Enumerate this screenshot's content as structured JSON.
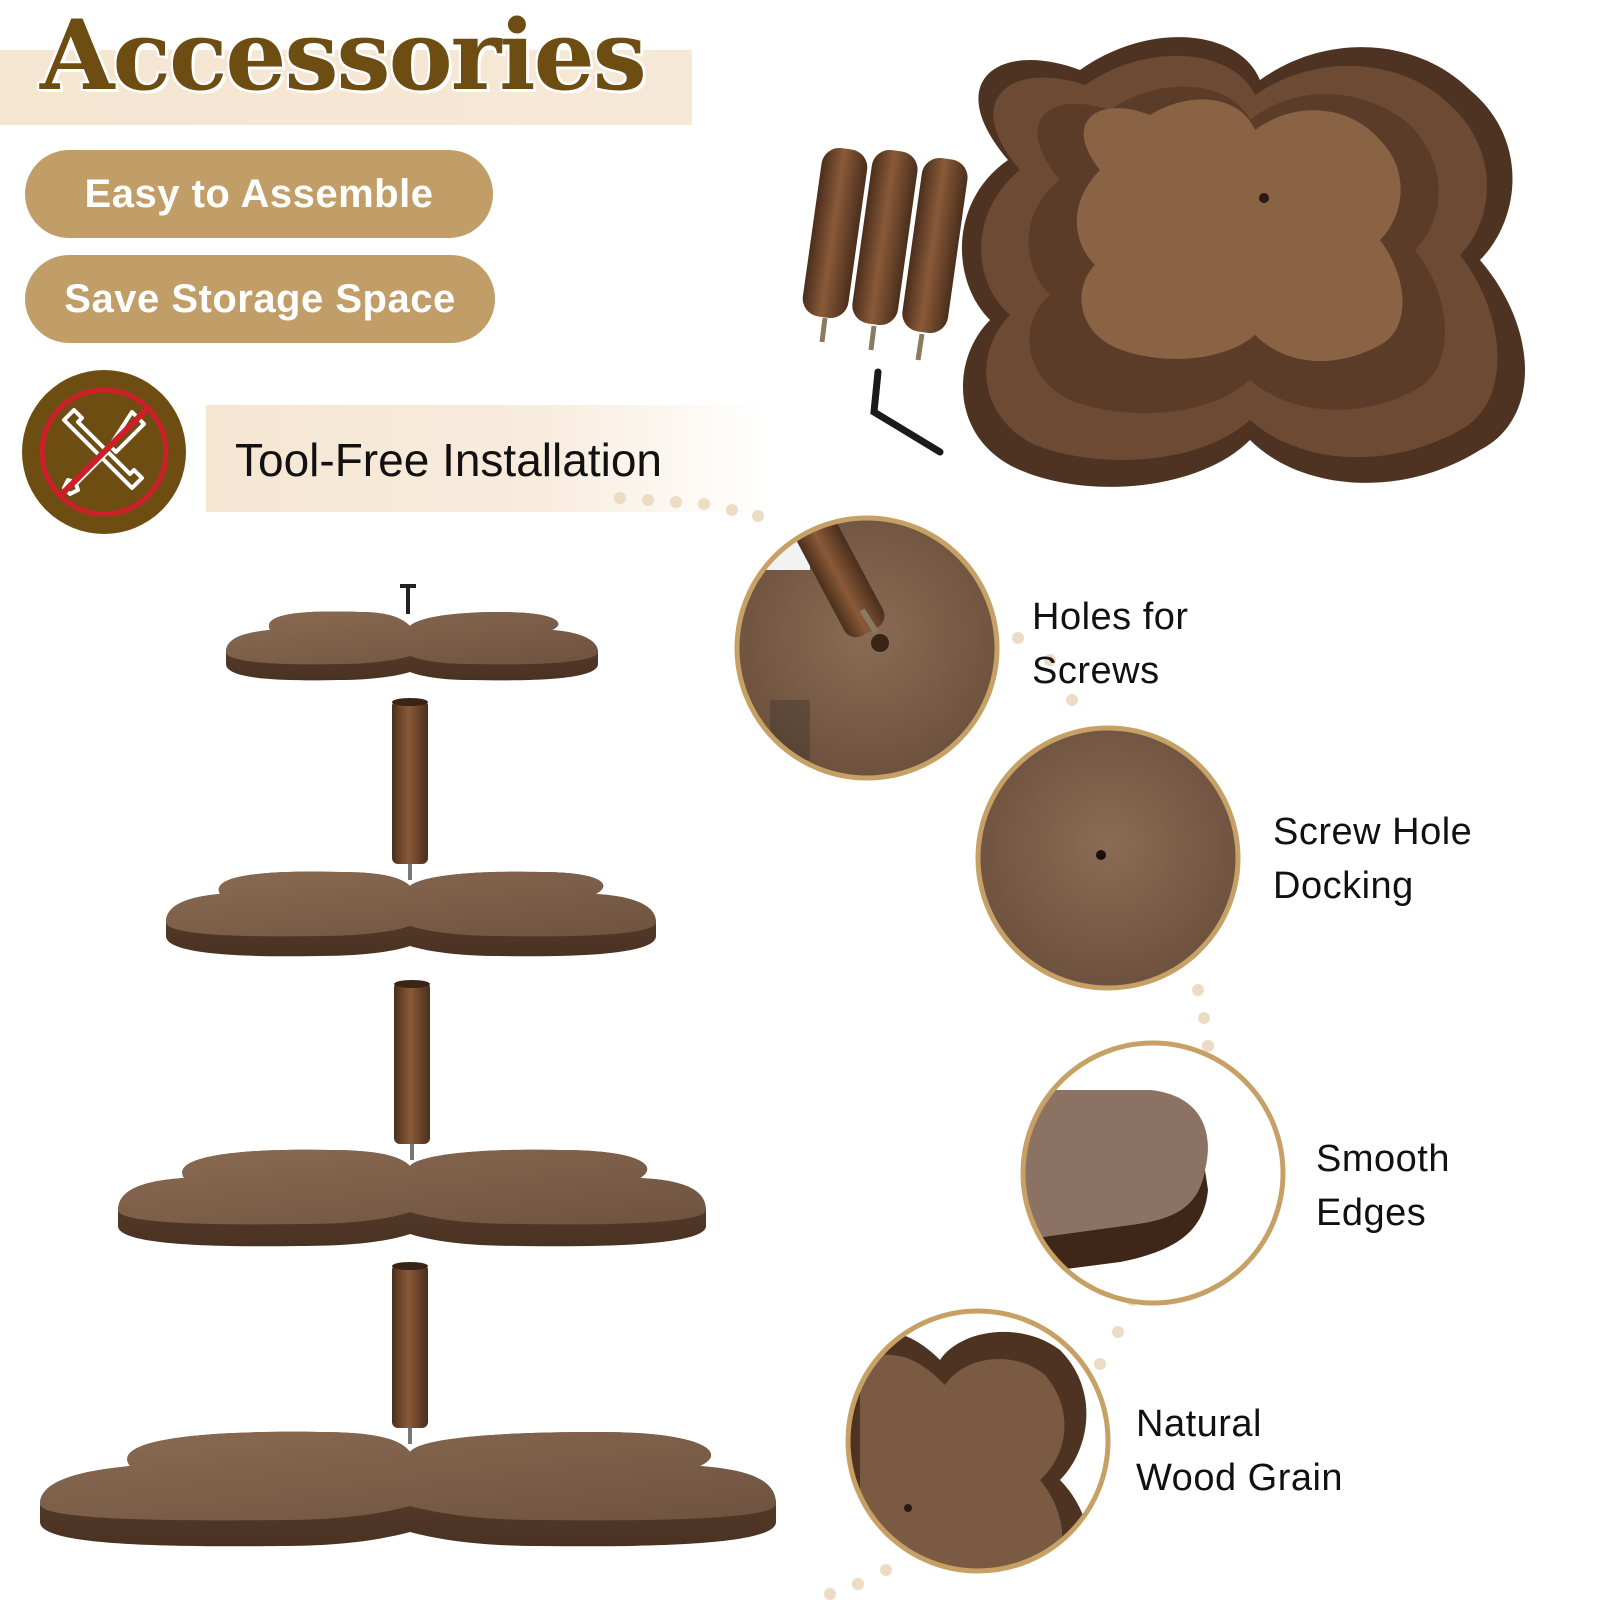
{
  "header": {
    "title": "Accessories"
  },
  "badges": [
    {
      "label": "Easy to Assemble"
    },
    {
      "label": "Save Storage Space"
    }
  ],
  "tool_free": {
    "label": "Tool-Free Installation",
    "icon": "no-tools-icon"
  },
  "features": [
    {
      "line1": "Holes for",
      "line2": "Screws"
    },
    {
      "line1": "Screw Hole",
      "line2": "Docking"
    },
    {
      "line1": "Smooth",
      "line2": "Edges"
    },
    {
      "line1": "Natural",
      "line2": "Wood Grain"
    }
  ],
  "colors": {
    "accent_gold": "#c19d68",
    "title_brown": "#6e4d12",
    "band_cream": "#f5e6d2",
    "wood_dark": "#5a3d27",
    "wood_mid": "#7b5a41",
    "ring_gold": "#c7a066",
    "prohibit_red": "#cc1f2a"
  }
}
